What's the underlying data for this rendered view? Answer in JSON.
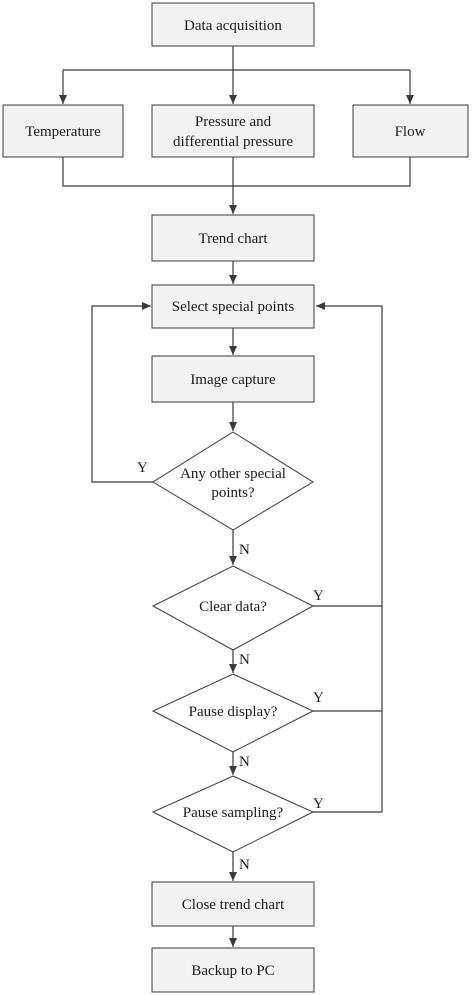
{
  "nodes": {
    "data_acquisition": "Data acquisition",
    "temperature": "Temperature",
    "pressure_line1": "Pressure and",
    "pressure_line2": "differential pressure",
    "flow": "Flow",
    "trend_chart": "Trend chart",
    "select_special_points": "Select special points",
    "image_capture": "Image capture",
    "any_other_line1": "Any other special",
    "any_other_line2": "points?",
    "clear_data": "Clear data?",
    "pause_display": "Pause display?",
    "pause_sampling": "Pause sampling?",
    "close_trend_chart": "Close trend chart",
    "backup_to_pc": "Backup to PC"
  },
  "edge_labels": {
    "any_other_yes": "Y",
    "any_other_no": "N",
    "clear_data_yes": "Y",
    "clear_data_no": "N",
    "pause_display_yes": "Y",
    "pause_display_no": "N",
    "pause_sampling_yes": "Y",
    "pause_sampling_no": "N"
  }
}
